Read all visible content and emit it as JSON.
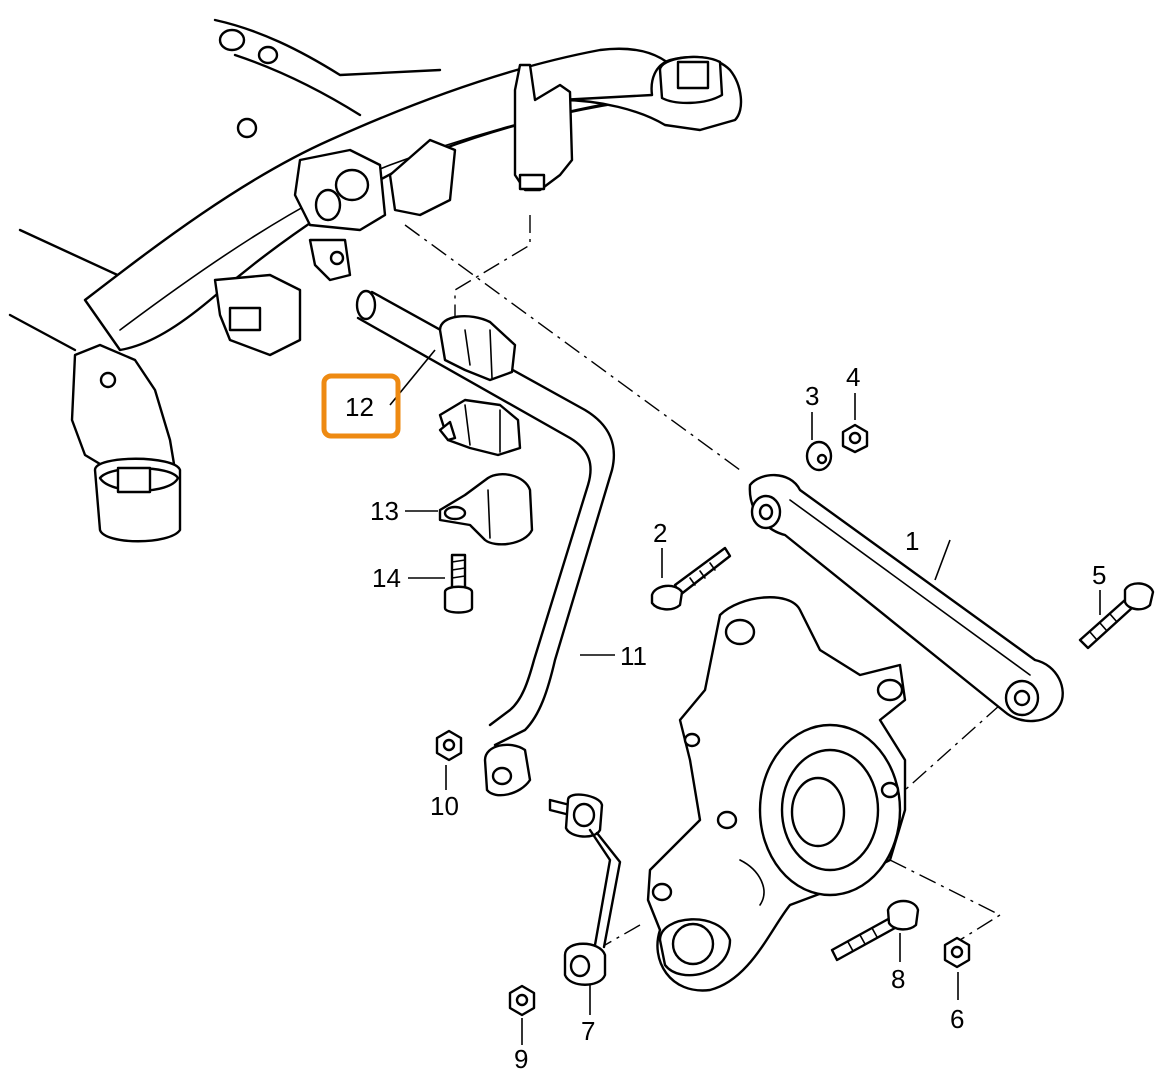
{
  "callouts": {
    "c1": "1",
    "c2": "2",
    "c3": "3",
    "c4": "4",
    "c5": "5",
    "c6": "6",
    "c7": "7",
    "c8": "8",
    "c9": "9",
    "c10": "10",
    "c11": "11",
    "c12": "12",
    "c13": "13",
    "c14": "14"
  },
  "highlight": {
    "callout": "12",
    "color": "#EE8A12"
  }
}
